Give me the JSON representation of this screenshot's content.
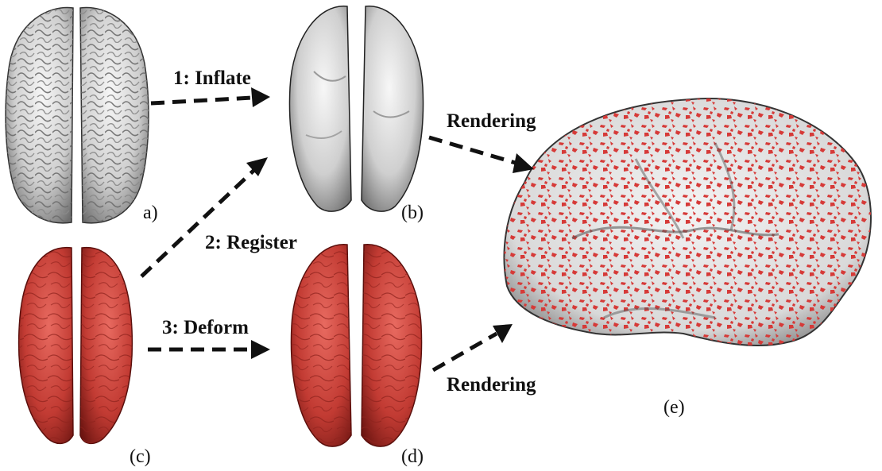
{
  "steps": {
    "inflate": "1: Inflate",
    "register": "2: Register",
    "deform": "3: Deform",
    "rendering_top": "Rendering",
    "rendering_bottom": "Rendering"
  },
  "panels": {
    "a": "a)",
    "b": "(b)",
    "c": "(c)",
    "d": "(d)",
    "e": "(e)"
  },
  "colors": {
    "gray_brain": "#d4d4d4",
    "gray_brain_shadow": "#7a7a7a",
    "red_brain": "#c9413a",
    "red_brain_dark": "#7a1a16",
    "arrow": "#111111"
  }
}
